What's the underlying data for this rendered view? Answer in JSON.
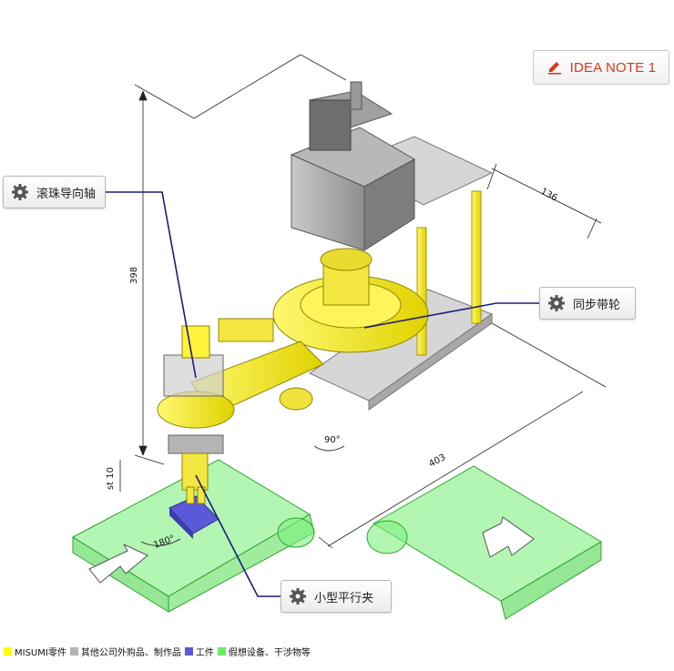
{
  "idea_note": {
    "label": "IDEA NOTE 1"
  },
  "callouts": {
    "ball_guide_shaft": "滚珠导向轴",
    "timing_pulley": "同步带轮",
    "small_parallel_gripper": "小型平行夹"
  },
  "dimensions": {
    "height": "398",
    "depth": "136",
    "width": "403",
    "stroke": "st 10",
    "rotation_arm": "90°",
    "rotation_gripper": "180°"
  },
  "legend": [
    {
      "label": "MISUMI零件",
      "color": "#ffff00"
    },
    {
      "label": "其他公司外购品、制作品",
      "color": "#b4b4b4"
    },
    {
      "label": "工件",
      "color": "#5a5ad8"
    },
    {
      "label": "假想设备、干涉物等",
      "color": "#66ee66"
    }
  ],
  "icons": {
    "callout_icon": "gear-icon",
    "note_icon": "pencil-icon"
  },
  "colors": {
    "misumi_parts": "#ffff00",
    "purchased_parts": "#b4b4b4",
    "workpiece": "#5a5ad8",
    "virtual_equipment": "#66ee66",
    "leader_line": "#1c1c7a",
    "note_accent": "#d43a1e"
  }
}
